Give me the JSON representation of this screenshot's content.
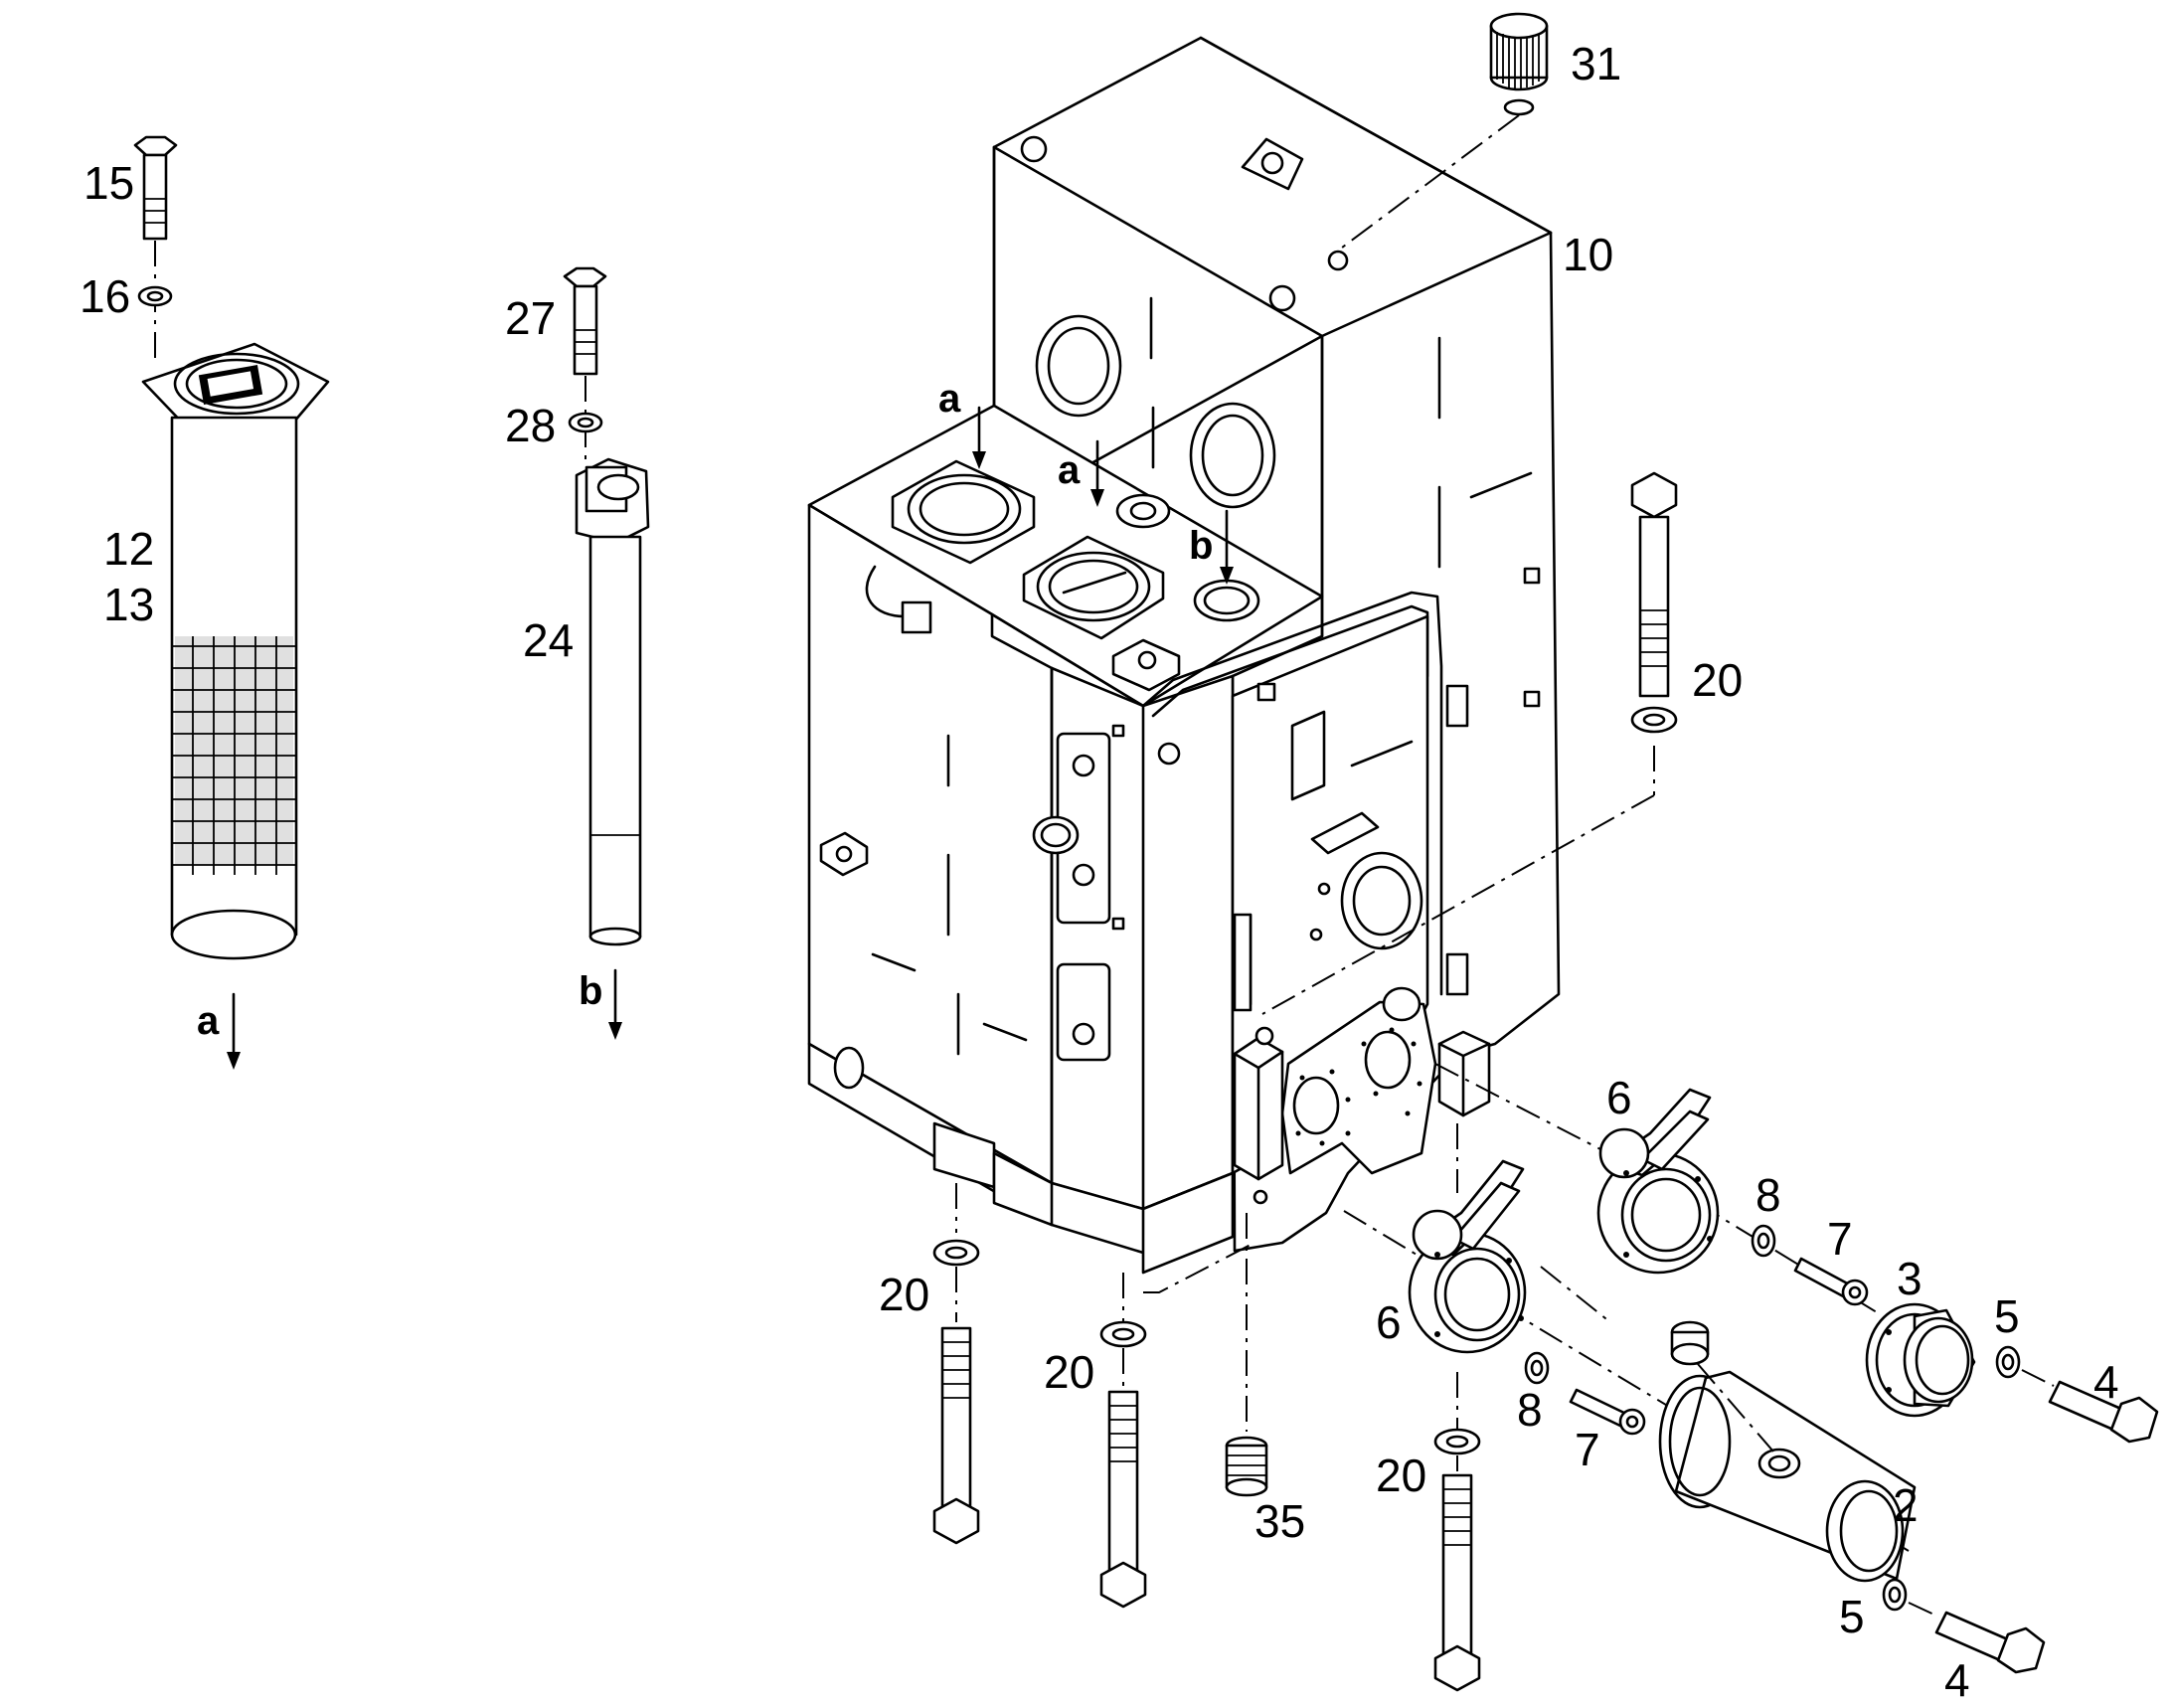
{
  "callouts": {
    "c15": "15",
    "c16": "16",
    "c12": "12",
    "c13": "13",
    "c27": "27",
    "c28": "28",
    "c24": "24",
    "c31": "31",
    "c10": "10",
    "c20a": "20",
    "c20b": "20",
    "c20c": "20",
    "c20d": "20",
    "c35": "35",
    "c6a": "6",
    "c6b": "6",
    "c8a": "8",
    "c8b": "8",
    "c7a": "7",
    "c7b": "7",
    "c3": "3",
    "c5a": "5",
    "c5b": "5",
    "c4a": "4",
    "c4b": "4",
    "c2": "2"
  },
  "flow_markers": {
    "a_filter": "a",
    "b_dipstick": "b",
    "a_tank1": "a",
    "a_tank2": "a",
    "b_tank": "b"
  },
  "colors": {
    "line": "#000000",
    "background": "#ffffff"
  }
}
